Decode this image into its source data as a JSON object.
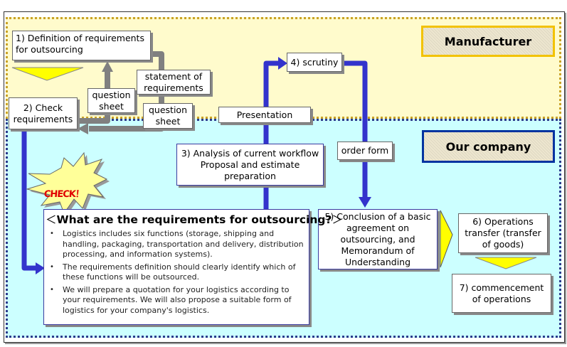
{
  "zones": {
    "manufacturer": {
      "label": "Manufacturer",
      "fill": "#fffbcc",
      "border": "#c9a227",
      "label_border": "#f2c200"
    },
    "our_company": {
      "label": "Our company",
      "fill": "#ccffff",
      "border": "#2b3a8c",
      "label_border": "#0033a0"
    }
  },
  "steps": {
    "step1": "1) Definition of requirements for outsourcing",
    "step2": "2) Check requirements",
    "step3_line1": "3) Analysis of current workflow",
    "step3_line2": "Proposal and estimate preparation",
    "step4": "4) scrutiny",
    "step5": "5) Conclusion of a basic agreement on outsourcing, and Memorandum of Understanding",
    "step6": "6) Operations transfer (transfer of goods)",
    "step7": "7) commencement of operations"
  },
  "documents": {
    "question_sheet_up": "question sheet",
    "statement_of_requirements": "statement of requirements",
    "question_sheet_back": "question sheet",
    "presentation": "Presentation",
    "order_form": "order form"
  },
  "check": {
    "burst_label": "CHECK！",
    "title_open": "＜",
    "title": "What are the requirements for outsourcing?",
    "title_close": "＞",
    "bullets": [
      "Logistics includes six functions (storage, shipping and handling, packaging, transportation and delivery, distribution processing, and information systems).",
      "The requirements definition should clearly identify which of these functions will be outsourced.",
      "We will prepare a quotation for your logistics according to your requirements. We will also propose a suitable form of logistics for your company's logistics."
    ]
  },
  "colors": {
    "flow_blue": "#3333cc",
    "flow_gray": "#808080",
    "chevron_yellow": "#ffff00",
    "burst_fill": "#ffff99",
    "burst_text": "#e00000"
  }
}
